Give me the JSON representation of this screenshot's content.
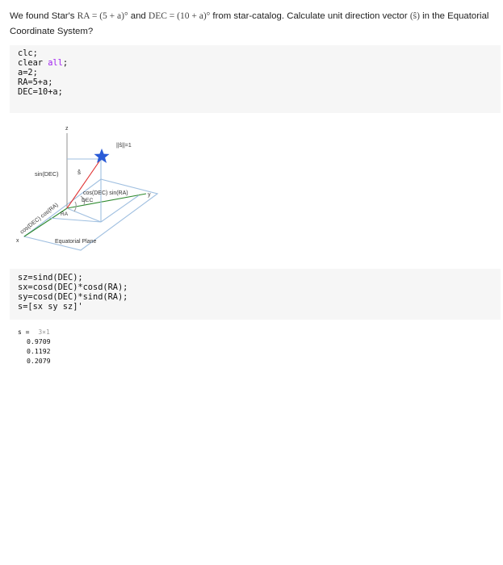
{
  "question": {
    "part1": "We found Star's ",
    "ra_expr": "RA = (5 + a)°",
    "part2": " and ",
    "dec_expr": "DEC = (10 + a)°",
    "part3": " from star-catalog. Calculate unit direction vector ",
    "vector_symbol": "(ŝ)",
    "part4": " in the Equatorial Coordinate System?"
  },
  "code_block_1": {
    "lines": [
      {
        "text": "clc;"
      },
      {
        "text": "clear ",
        "keyword": "all",
        "suffix": ";"
      },
      {
        "text": "a=2;"
      },
      {
        "text": "RA=5+a;"
      },
      {
        "text": "DEC=10+a;"
      }
    ]
  },
  "figure": {
    "z_label": "z",
    "x_label": "x",
    "y_label": "y",
    "norm_label": "||ŝ||=1",
    "s_label": "ŝ",
    "sin_dec_label": "sin(DEC)",
    "cos_sin_label": "cos(DEC) sin(RA)",
    "dec_label": "DEC",
    "ra_label": "RA",
    "cos_cos_label": "cos(DEC) cos(RA)",
    "plane_label": "Equatorial Plane",
    "vector_color": "#e03030",
    "star_color": "#2a5bd7",
    "line_color": "#8fb2d9"
  },
  "code_block_2": {
    "lines": [
      {
        "text": "sz=sind(DEC);"
      },
      {
        "text": "sx=cosd(DEC)*cosd(RA);"
      },
      {
        "text": "sy=cosd(DEC)*sind(RA);"
      },
      {
        "text": "s=[sx sy sz]'"
      }
    ]
  },
  "output": {
    "var": "s",
    "equals": "=",
    "size": "3×1",
    "values": [
      "0.9709",
      "0.1192",
      "0.2079"
    ]
  }
}
